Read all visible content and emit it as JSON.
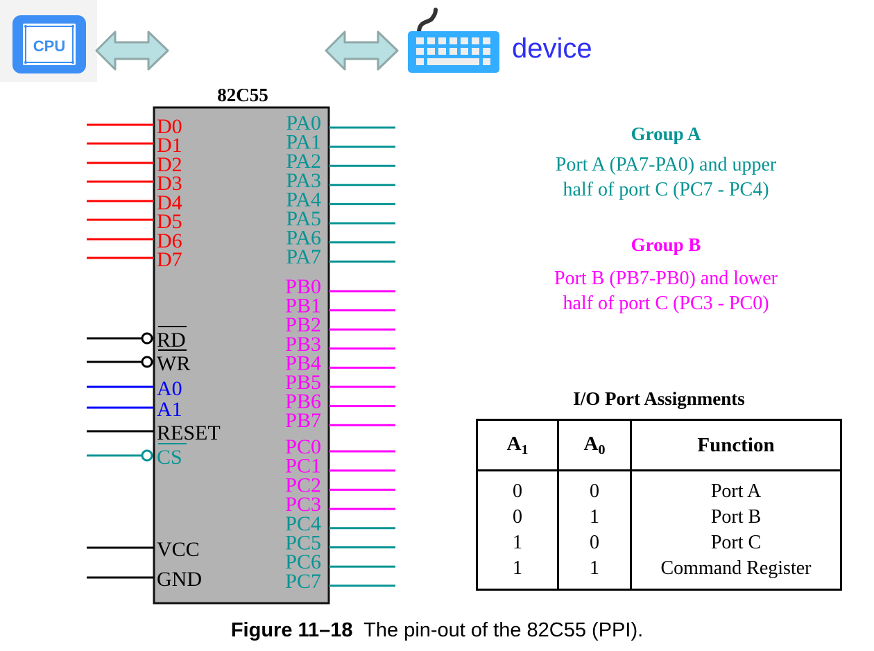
{
  "header": {
    "cpu_icon_label": "CPU",
    "device_label": "device"
  },
  "chip": {
    "title": "82C55",
    "left_pins": [
      {
        "label": "D0",
        "color": "#ff0000",
        "active_low": false
      },
      {
        "label": "D1",
        "color": "#ff0000",
        "active_low": false
      },
      {
        "label": "D2",
        "color": "#ff0000",
        "active_low": false
      },
      {
        "label": "D3",
        "color": "#ff0000",
        "active_low": false
      },
      {
        "label": "D4",
        "color": "#ff0000",
        "active_low": false
      },
      {
        "label": "D5",
        "color": "#ff0000",
        "active_low": false
      },
      {
        "label": "D6",
        "color": "#ff0000",
        "active_low": false
      },
      {
        "label": "D7",
        "color": "#ff0000",
        "active_low": false
      },
      {
        "label": "RD",
        "color": "#000000",
        "active_low": true
      },
      {
        "label": "WR",
        "color": "#000000",
        "active_low": true
      },
      {
        "label": "A0",
        "color": "#0000ff",
        "active_low": false
      },
      {
        "label": "A1",
        "color": "#0000ff",
        "active_low": false
      },
      {
        "label": "RESET",
        "color": "#000000",
        "active_low": false
      },
      {
        "label": "CS",
        "color": "#079494",
        "active_low": true
      },
      {
        "label": "VCC",
        "color": "#000000",
        "active_low": false
      },
      {
        "label": "GND",
        "color": "#000000",
        "active_low": false
      }
    ],
    "right_pins": [
      {
        "label": "PA0",
        "color": "#079494"
      },
      {
        "label": "PA1",
        "color": "#079494"
      },
      {
        "label": "PA2",
        "color": "#079494"
      },
      {
        "label": "PA3",
        "color": "#079494"
      },
      {
        "label": "PA4",
        "color": "#079494"
      },
      {
        "label": "PA5",
        "color": "#079494"
      },
      {
        "label": "PA6",
        "color": "#079494"
      },
      {
        "label": "PA7",
        "color": "#079494"
      },
      {
        "label": "PB0",
        "color": "#ff00ff"
      },
      {
        "label": "PB1",
        "color": "#ff00ff"
      },
      {
        "label": "PB2",
        "color": "#ff00ff"
      },
      {
        "label": "PB3",
        "color": "#ff00ff"
      },
      {
        "label": "PB4",
        "color": "#ff00ff"
      },
      {
        "label": "PB5",
        "color": "#ff00ff"
      },
      {
        "label": "PB6",
        "color": "#ff00ff"
      },
      {
        "label": "PB7",
        "color": "#ff00ff"
      },
      {
        "label": "PC0",
        "color": "#ff00ff"
      },
      {
        "label": "PC1",
        "color": "#ff00ff"
      },
      {
        "label": "PC2",
        "color": "#ff00ff"
      },
      {
        "label": "PC3",
        "color": "#ff00ff"
      },
      {
        "label": "PC4",
        "color": "#079494"
      },
      {
        "label": "PC5",
        "color": "#079494"
      },
      {
        "label": "PC6",
        "color": "#079494"
      },
      {
        "label": "PC7",
        "color": "#079494"
      }
    ]
  },
  "groups": {
    "group_a": {
      "title": "Group A",
      "line1": "Port A (PA7-PA0) and upper",
      "line2": "half of port C (PC7 - PC4)",
      "color": "#079494"
    },
    "group_b": {
      "title": "Group B",
      "line1": "Port B (PB7-PB0) and lower",
      "line2": "half of port C (PC3 - PC0)",
      "color": "#ff00ff"
    }
  },
  "port_table": {
    "title": "I/O Port Assignments",
    "headers": {
      "a1": {
        "base": "A",
        "sub": "1"
      },
      "a0": {
        "base": "A",
        "sub": "0"
      },
      "function": "Function"
    },
    "rows": [
      {
        "a1": "0",
        "a0": "0",
        "function": "Port A"
      },
      {
        "a1": "0",
        "a0": "1",
        "function": "Port B"
      },
      {
        "a1": "1",
        "a0": "0",
        "function": "Port C"
      },
      {
        "a1": "1",
        "a0": "1",
        "function": "Command Register"
      }
    ]
  },
  "caption": {
    "label": "Figure 11–18",
    "text": "The pin-out of the 82C55 (PPI)."
  }
}
